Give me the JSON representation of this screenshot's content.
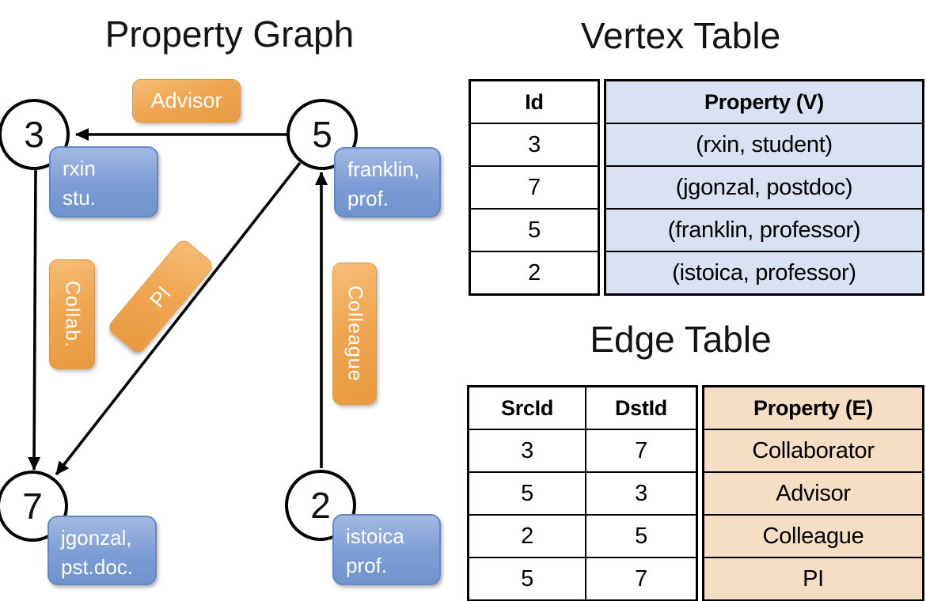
{
  "titles": {
    "graph": "Property Graph",
    "vertex": "Vertex Table",
    "edge": "Edge Table"
  },
  "graph": {
    "nodes": [
      {
        "id": "3"
      },
      {
        "id": "5"
      },
      {
        "id": "7"
      },
      {
        "id": "2"
      }
    ],
    "node_labels": [
      {
        "line1": "rxin",
        "line2": "stu."
      },
      {
        "line1": "franklin,",
        "line2": "prof."
      },
      {
        "line1": "jgonzal,",
        "line2": "pst.doc."
      },
      {
        "line1": "istoica",
        "line2": "prof."
      }
    ],
    "edge_labels": [
      {
        "text": "Advisor"
      },
      {
        "text": "Collab."
      },
      {
        "text": "PI"
      },
      {
        "text": "Colleague"
      }
    ]
  },
  "vertex_table": {
    "headers": [
      "Id",
      "Property (V)"
    ],
    "rows": [
      [
        "3",
        "(rxin, student)"
      ],
      [
        "7",
        "(jgonzal, postdoc)"
      ],
      [
        "5",
        "(franklin, professor)"
      ],
      [
        "2",
        "(istoica, professor)"
      ]
    ]
  },
  "edge_table": {
    "headers": [
      "SrcId",
      "DstId",
      "Property (E)"
    ],
    "rows": [
      [
        "3",
        "7",
        "Collaborator"
      ],
      [
        "5",
        "3",
        "Advisor"
      ],
      [
        "2",
        "5",
        "Colleague"
      ],
      [
        "5",
        "7",
        "PI"
      ]
    ]
  },
  "colors": {
    "edge_label_orange": "#EFA651",
    "node_label_blue": "#7D9DD6",
    "vertex_property_fill": "#D9E2F3",
    "edge_property_fill": "#F6DEC5",
    "line_black": "#000000"
  }
}
